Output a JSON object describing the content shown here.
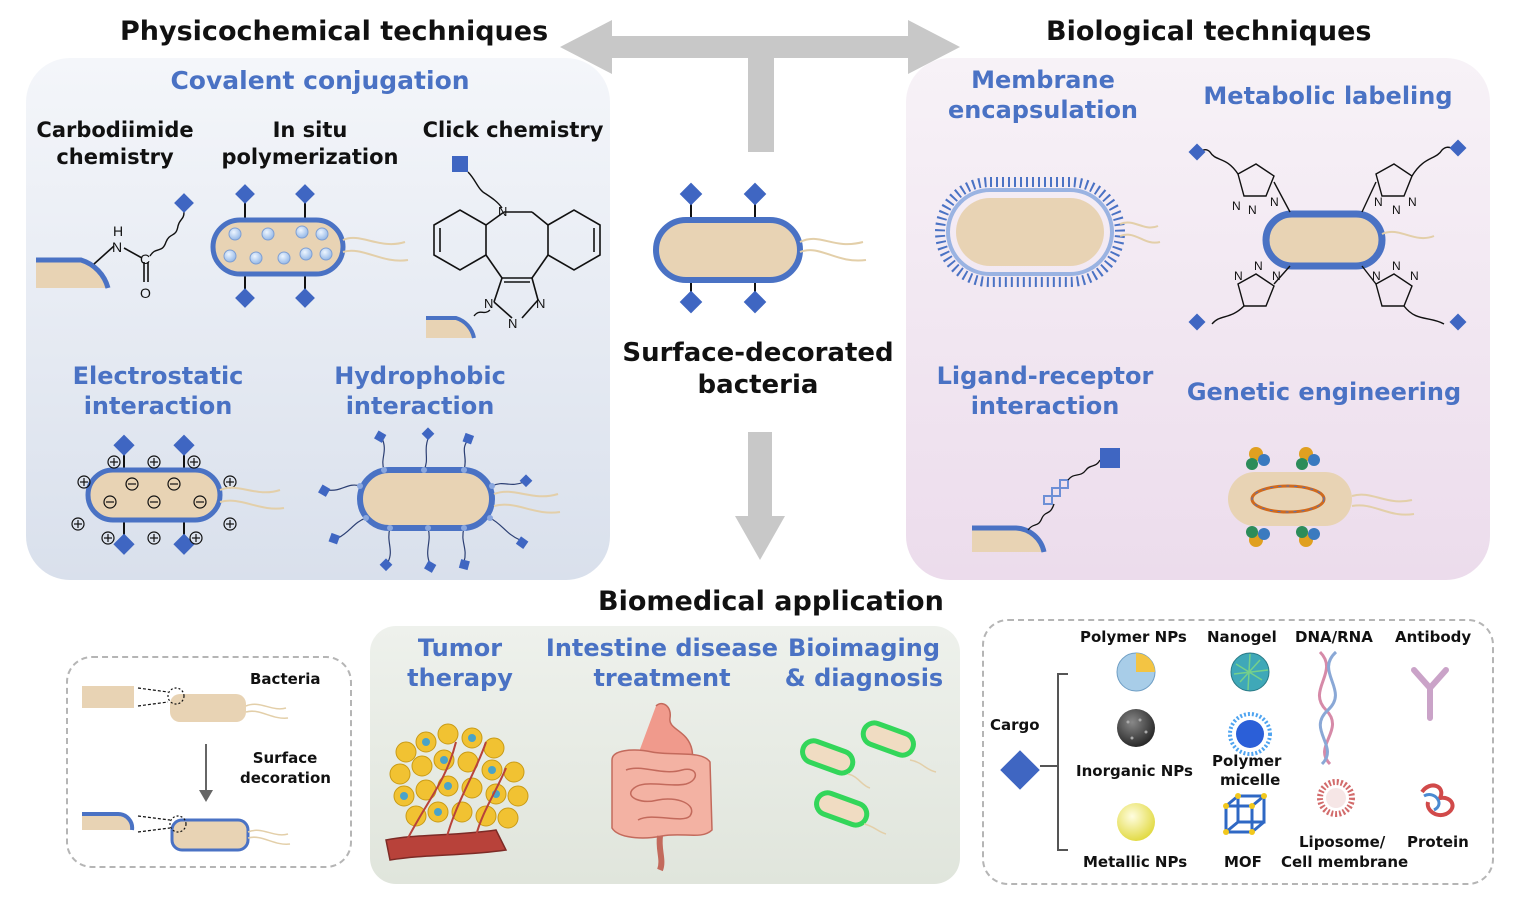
{
  "header": {
    "physicochemical": "Physicochemical techniques",
    "biological": "Biological techniques",
    "biomedical": "Biomedical application"
  },
  "center": {
    "label_line1": "Surface-decorated",
    "label_line2": "bacteria"
  },
  "physicochemical": {
    "covalent": "Covalent conjugation",
    "carbodiimide_line1": "Carbodiimide",
    "carbodiimide_line2": "chemistry",
    "insitu_line1": "In situ",
    "insitu_line2": "polymerization",
    "click": "Click chemistry",
    "electrostatic_line1": "Electrostatic",
    "electrostatic_line2": "interaction",
    "hydrophobic_line1": "Hydrophobic",
    "hydrophobic_line2": "interaction",
    "atom_h": "H",
    "atom_n": "N",
    "atom_c": "C",
    "atom_o": "O"
  },
  "biological": {
    "membrane_line1": "Membrane",
    "membrane_line2": "encapsulation",
    "metabolic": "Metabolic labeling",
    "ligand_line1": "Ligand-receptor",
    "ligand_line2": "interaction",
    "genetic": "Genetic engineering",
    "atom_n": "N"
  },
  "legend": {
    "bacteria": "Bacteria",
    "surface_line1": "Surface",
    "surface_line2": "decoration"
  },
  "applications": {
    "tumor_line1": "Tumor",
    "tumor_line2": "therapy",
    "intestine_line1": "Intestine disease",
    "intestine_line2": "treatment",
    "bioimaging_line1": "Bioimaging",
    "bioimaging_line2": "& diagnosis"
  },
  "cargo": {
    "label": "Cargo",
    "polymer_nps": "Polymer NPs",
    "nanogel": "Nanogel",
    "dna_rna": "DNA/RNA",
    "antibody": "Antibody",
    "inorganic_nps": "Inorganic NPs",
    "polymer_micelle_line1": "Polymer",
    "polymer_micelle_line2": "micelle",
    "metallic_nps": "Metallic NPs",
    "mof": "MOF",
    "liposome_line1": "Liposome/",
    "liposome_line2": "Cell membrane",
    "protein": "Protein"
  },
  "colors": {
    "blue_text": "#4a72c4",
    "bacteria_body": "#e8d3b4",
    "bacteria_wall": "#4a72c4",
    "diamond": "#3f66c2",
    "left_panel": "#dde4ef",
    "right_panel": "#f1e6f1",
    "bottom_panel": "#e6ebe3",
    "arrow": "#c8c8c8"
  }
}
